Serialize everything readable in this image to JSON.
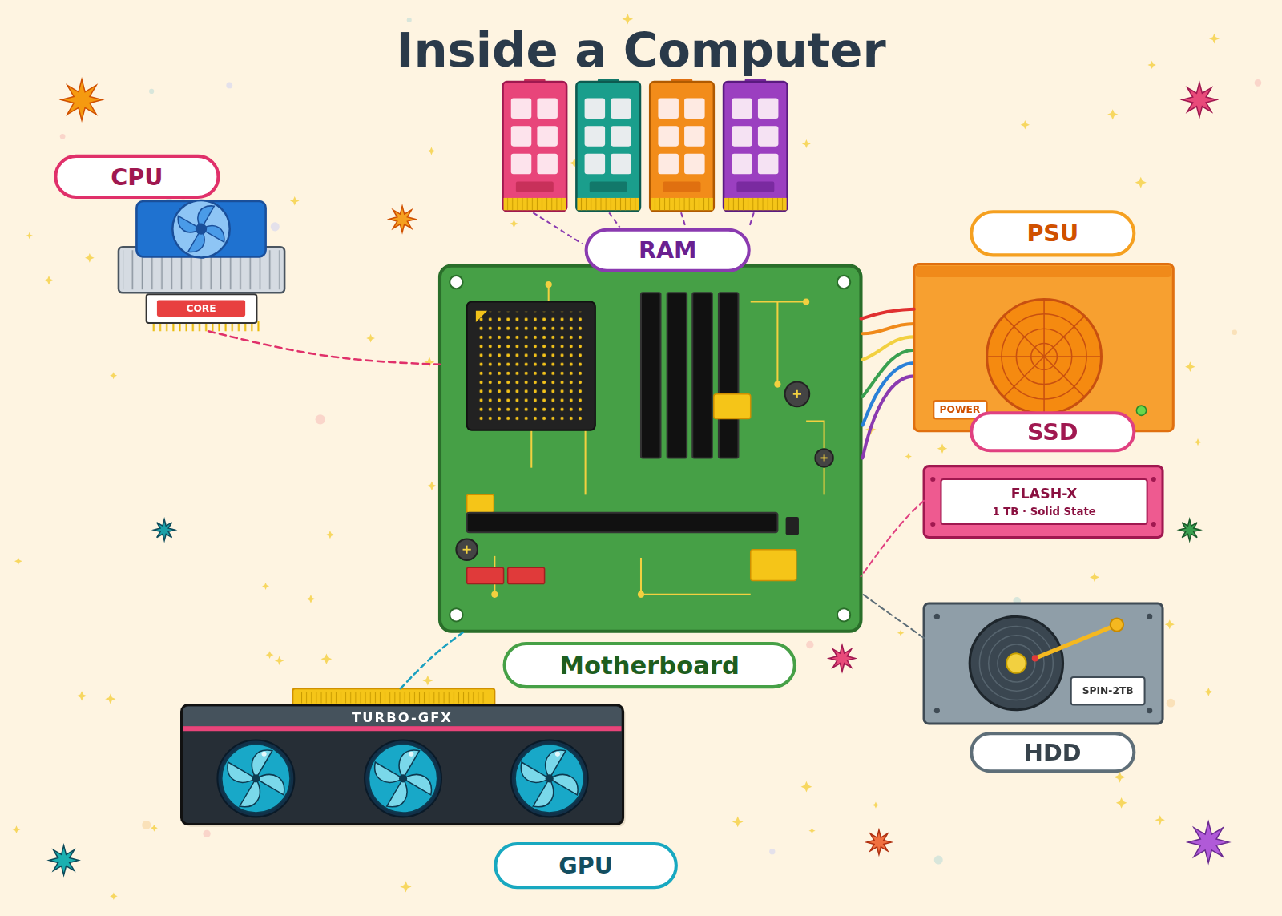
{
  "diagram": {
    "title": "Inside a Computer",
    "nodes": [
      {
        "text": [
          "CPU"
        ]
      },
      {
        "text": [
          "RAM"
        ]
      },
      {
        "text": [
          "PSU"
        ]
      },
      {
        "text": [
          "Motherboard"
        ]
      },
      {
        "text": [
          "SSD"
        ]
      },
      {
        "text": [
          "HDD"
        ]
      },
      {
        "text": [
          "GPU"
        ]
      }
    ],
    "edges": [
      {
        "from": 0,
        "to": 3,
        "arrow": "none"
      },
      {
        "from": 2,
        "to": 3,
        "arrow": "none"
      },
      {
        "from": 4,
        "to": 3,
        "arrow": "none"
      },
      {
        "from": 5,
        "to": 3,
        "arrow": "none"
      },
      {
        "from": 6,
        "to": 3,
        "arrow": "none"
      }
    ],
    "labels": [
      "CORE",
      "POWER",
      "FLASH-X",
      "1 TB · Solid State",
      "TURBO-GFX",
      "SPIN-2TB"
    ]
  }
}
